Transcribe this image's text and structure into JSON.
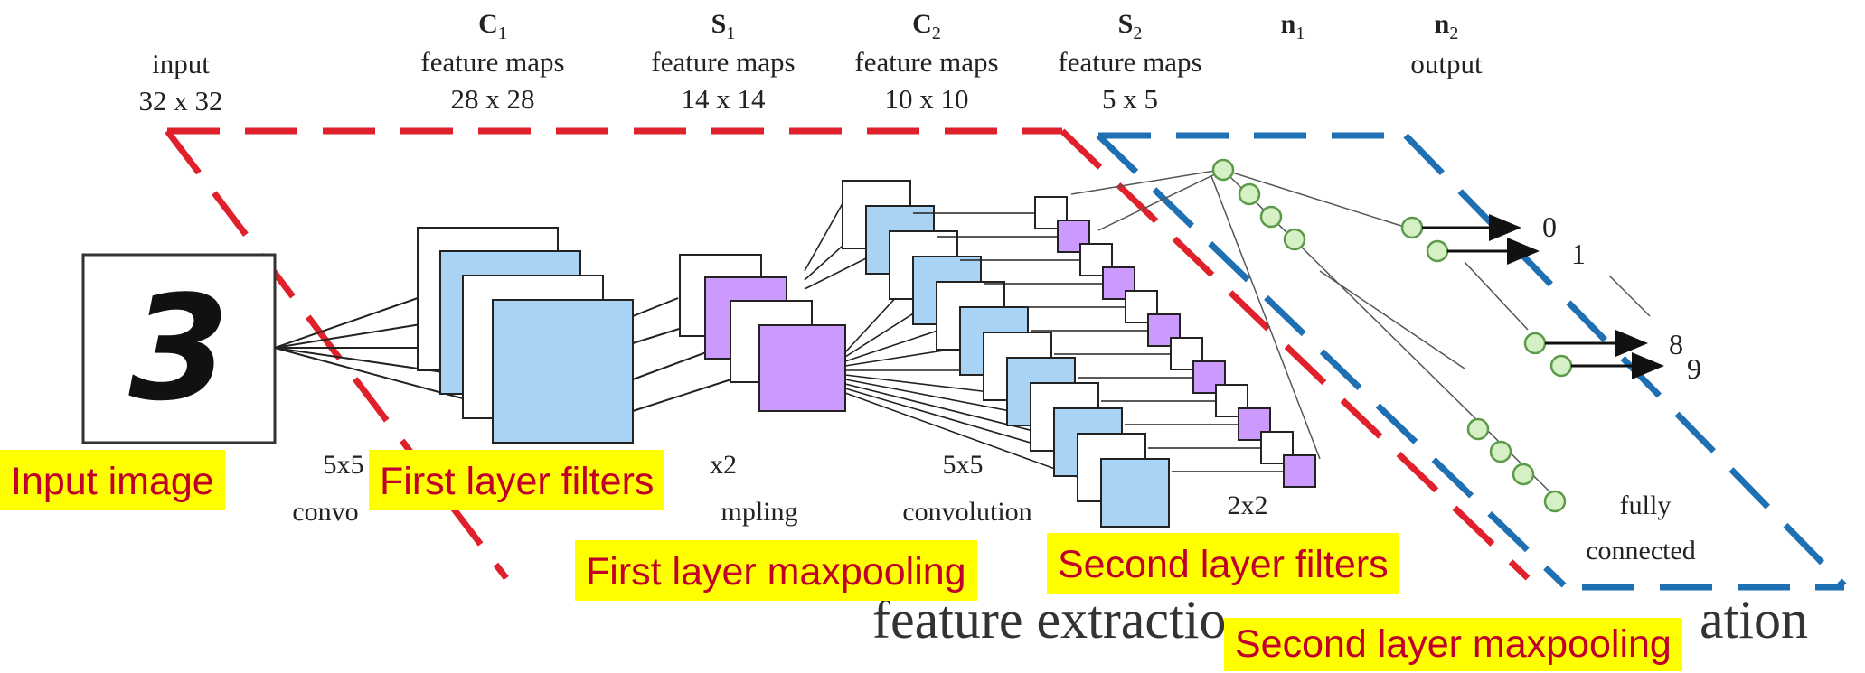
{
  "layers": [
    {
      "name": "input",
      "sub": "",
      "size": "32 x 32"
    },
    {
      "name": "C",
      "index": "1",
      "sub": "feature maps",
      "size": "28 x 28"
    },
    {
      "name": "S",
      "index": "1",
      "sub": "feature maps",
      "size": "14 x 14"
    },
    {
      "name": "C",
      "index": "2",
      "sub": "feature maps",
      "size": "10 x 10"
    },
    {
      "name": "S",
      "index": "2",
      "sub": "feature maps",
      "size": "5 x 5"
    },
    {
      "name": "n",
      "index": "1",
      "sub": "",
      "size": ""
    },
    {
      "name": "n",
      "index": "2",
      "sub": "output",
      "size": ""
    }
  ],
  "operations": {
    "conv1_top": "5x5",
    "conv1_bottom": "convo",
    "pool1_top": "x2",
    "pool1_bottom": "mpling",
    "conv2_top": "5x5",
    "conv2_bottom": "convolution",
    "pool2_top": "2x2",
    "fc_top": "fully",
    "fc_bottom": "connected"
  },
  "input_digit": "3",
  "outputs": [
    "0",
    "1",
    "8",
    "9"
  ],
  "sections": {
    "feature_extraction": "feature extractio",
    "classification": "ation"
  },
  "annotations": [
    "Input image",
    "First layer filters",
    "First layer maxpooling",
    "Second layer filters",
    "Second layer maxpooling"
  ],
  "colors": {
    "feature_extraction_dash": "#e0202a",
    "classification_dash": "#1f6fb3",
    "conv_map_fill": "#a9d3f5",
    "pool_map_fill": "#cc99ff",
    "neuron_fill": "#d4f0c4",
    "neuron_stroke": "#5b9a49",
    "annotation_bg": "#ffff00",
    "annotation_text": "#c0002a"
  }
}
